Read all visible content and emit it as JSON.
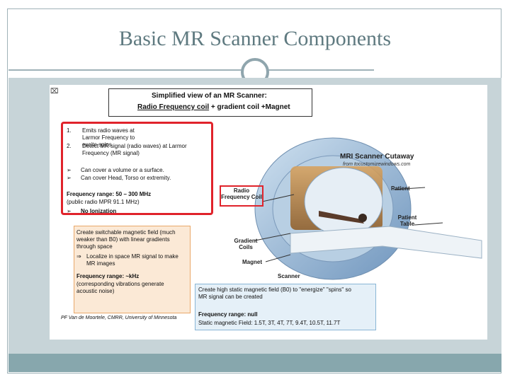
{
  "slide": {
    "title": "Basic MR Scanner Components"
  },
  "figure": {
    "header_line1": "Simplified view of an MR Scanner:",
    "header_line2_rf": "Radio Frequency coil",
    "header_line2_rest": " + gradient coil +Magnet",
    "corner_mark": "⌧",
    "rf_items": [
      {
        "num": "1.",
        "text": "Emits radio waves at Larmor Frequency to excite spins"
      },
      {
        "num": "2.",
        "text": "Detect MR signal (radio waves) at Larmor Frequency (MR signal)"
      }
    ],
    "rf_bullets": [
      "Can cover a volume or a surface.",
      "Can cover Head, Torso or extremity."
    ],
    "rf_freq_label": "Frequency range: 50 – 300 MHz",
    "rf_freq_note": "(public radio MPR 91.1 MHz)",
    "rf_no_ionization": "No Ionization",
    "gradient_text": "Create switchable magnetic field (much weaker than B0) with linear gradients through space",
    "gradient_arrow": "Localize in space MR signal to make MR images",
    "gradient_freq_label": "Frequency range: ~kHz",
    "gradient_freq_note": "(corresponding vibrations generate acoustic noise)",
    "magnet_text": "Create high static magnetic field (B0) to \"energize\" \"spins\" so MR signal can be created",
    "magnet_freq": "Frequency range: null",
    "magnet_fields": "Static magnetic Field: 1.5T, 3T, 4T, 7T, 9.4T, 10.5T, 11.7T",
    "cutaway_title": "MRI Scanner Cutaway",
    "cutaway_source": "from tocustomizewindows.com",
    "labels": {
      "rf": "Radio Frequency Coil",
      "gradient": "Gradient Coils",
      "magnet": "Magnet",
      "scanner": "Scanner",
      "patient": "Patient",
      "table": "Patient Table"
    },
    "credit": "PF Van de Moortele, CMRR, University of Minnesota"
  },
  "colors": {
    "title": "#5f7a80",
    "accent_red": "#e0232b",
    "frame_fill": "#c7d4d8",
    "footer_fill": "#87a7ad"
  }
}
